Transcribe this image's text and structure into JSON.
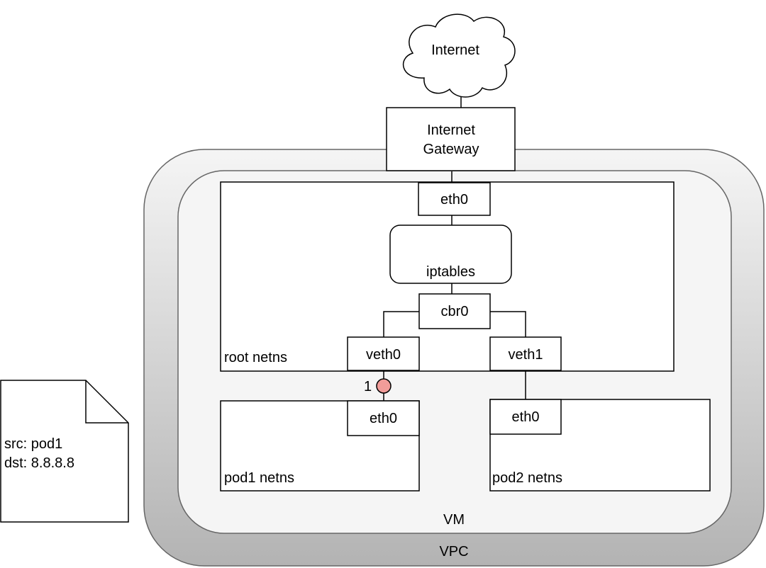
{
  "internet": "Internet",
  "gateway": "Internet Gateway",
  "root_eth": "eth0",
  "iptables": "iptables",
  "bridge": "cbr0",
  "veth0": "veth0",
  "veth1": "veth1",
  "root_netns": "root netns",
  "pod1_eth": "eth0",
  "pod2_eth": "eth0",
  "pod1_netns": "pod1 netns",
  "pod2_netns": "pod2 netns",
  "vm": "VM",
  "vpc": "VPC",
  "packet": {
    "step": "1",
    "src": "src: pod1",
    "dst": "dst: 8.8.8.8",
    "marker_color": "#f19c99"
  },
  "colors": {
    "vpc_fill_top": "#f5f5f5",
    "vpc_fill_bottom": "#b3b3b3",
    "vm_fill": "#f5f5f5",
    "stroke": "#000000"
  }
}
